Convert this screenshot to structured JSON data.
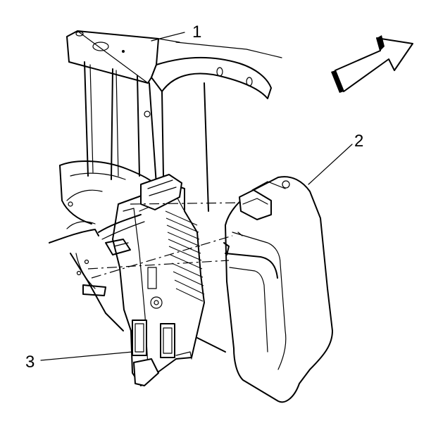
{
  "callouts": [
    {
      "id": "1",
      "label": "1"
    },
    {
      "id": "2",
      "label": "2"
    },
    {
      "id": "3",
      "label": "3"
    }
  ],
  "direction_arrow_icon": "forward-arrow-icon",
  "colors": {
    "line": "#000000",
    "background": "#ffffff"
  }
}
